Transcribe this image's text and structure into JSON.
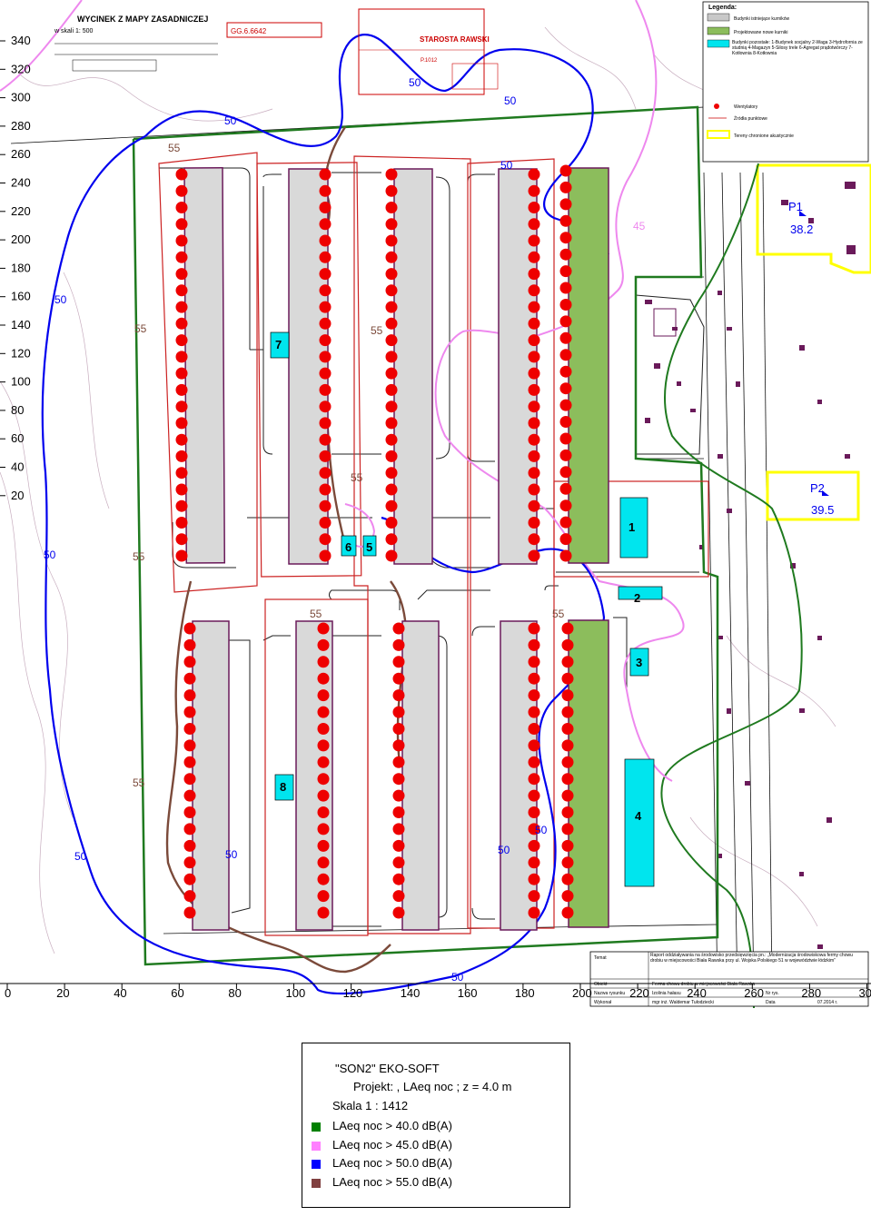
{
  "map": {
    "x_ticks": [
      "0",
      "20",
      "40",
      "60",
      "80",
      "100",
      "120",
      "140",
      "160",
      "180",
      "200",
      "220",
      "240",
      "260",
      "280",
      "30"
    ],
    "y_ticks": [
      "340",
      "320",
      "300",
      "280",
      "260",
      "240",
      "220",
      "200",
      "180",
      "160",
      "140",
      "120",
      "100",
      "80",
      "60",
      "40",
      "20"
    ],
    "contour_labels": [
      "50",
      "50",
      "50",
      "50",
      "50",
      "50",
      "50",
      "50",
      "50",
      "50",
      "55",
      "55",
      "55",
      "55",
      "55",
      "55",
      "55",
      "55",
      "45",
      "50"
    ],
    "building_numbers": [
      "1",
      "2",
      "3",
      "4",
      "5",
      "6",
      "7",
      "8"
    ],
    "receivers": [
      {
        "label": "P1",
        "value": "38.2"
      },
      {
        "label": "P2",
        "value": "39.5"
      }
    ],
    "scan_header": {
      "title": "WYCINEK Z MAPY ZASADNICZEJ",
      "scale": "w skali 1: 500",
      "stamp": "STAROSTA RAWSKI",
      "stamp_no": "P.1012",
      "doc_id": "GG.6.6642"
    },
    "scan_legend": {
      "title": "Legenda:",
      "rows": [
        "Budynki istniejące kurników",
        "Projektowane nowe kurniki",
        "Budynki pozostałe: 1-Budynek socjalny 2-Waga 3-Hydrofornia ze studnią 4-Magazyn 5-Silosy trele 6-Agregat prądotwórczy 7-Kotłownia 8-Kotłownia",
        "Wentylatory",
        "Źródła punktowe",
        "Tereny chronione akustycznie"
      ]
    },
    "title_block": {
      "rows": [
        {
          "k": "Temat",
          "v": "Raport oddziaływania na środowisko przedsięwzięcia pn.: „Modernizacja środowiskowa fermy chowu drobiu w miejscowości Biała Rawska przy ul. Wojska Polskiego 51 w województwie łódzkim”"
        },
        {
          "k": "Obiekt",
          "v": "Ferma chowu drobiu w miejscowości Biała Rawska"
        },
        {
          "k": "Nazwa rysunku",
          "v": "Izolinia hałasu"
        },
        {
          "k": "Wykonał",
          "v": "mgr inż. Waldemar Tułodziecki"
        }
      ],
      "date_label": "Data",
      "date": "07.2014 r.",
      "nr_label": "Nr rys."
    }
  },
  "legend": {
    "program": "\"SON2\" EKO-SOFT",
    "project": "Projekt: , LAeq noc ; z = 4.0 m",
    "scale": "Skala 1 : 1412",
    "items": [
      {
        "color": "#008000",
        "label": "LAeq noc   > 40.0 dB(A)"
      },
      {
        "color": "#ff80ff",
        "label": "LAeq noc   > 45.0 dB(A)"
      },
      {
        "color": "#0000ff",
        "label": "LAeq noc   > 50.0 dB(A)"
      },
      {
        "color": "#804040",
        "label": "LAeq noc   > 55.0 dB(A)"
      }
    ]
  },
  "colors": {
    "green_contour": "#008000",
    "pink_contour": "#ee88ee",
    "blue_contour": "#0000ee",
    "brown_contour": "#7b4a3a",
    "existing_building": "#d9d9d9",
    "new_building": "#8cbd5c",
    "aux_building": "#00e5ee",
    "fan": "#ee0000",
    "protected_area": "#ffff00"
  }
}
